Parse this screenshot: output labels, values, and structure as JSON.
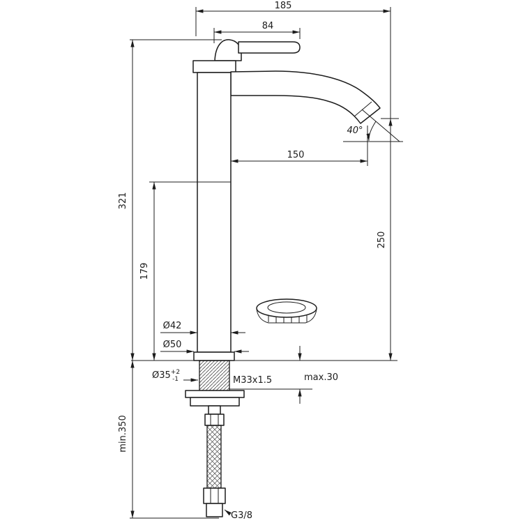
{
  "page": {
    "background_color": "#ffffff",
    "line_color": "#1c1c1c"
  },
  "drawing": {
    "kind": "technical dimension drawing",
    "subject": "single-lever tall vessel basin mixer tap with pop-up waste and flexible supply hose, side elevation",
    "dimensions": {
      "overall_width": "185",
      "handle_length": "84",
      "total_height": "321",
      "lower_body_height": "179",
      "spout_reach": "150",
      "spout_height": "250",
      "spout_angle": "40°",
      "body_diameter": "Ø42",
      "base_diameter": "Ø50",
      "hole_diameter": "Ø35",
      "hole_tolerance_plus": "+2",
      "hole_tolerance_minus": "-1",
      "thread_size": "M33x1.5",
      "max_deck_thickness": "max.30",
      "min_hose_length": "min.350",
      "supply_connection": "G3/8"
    }
  }
}
